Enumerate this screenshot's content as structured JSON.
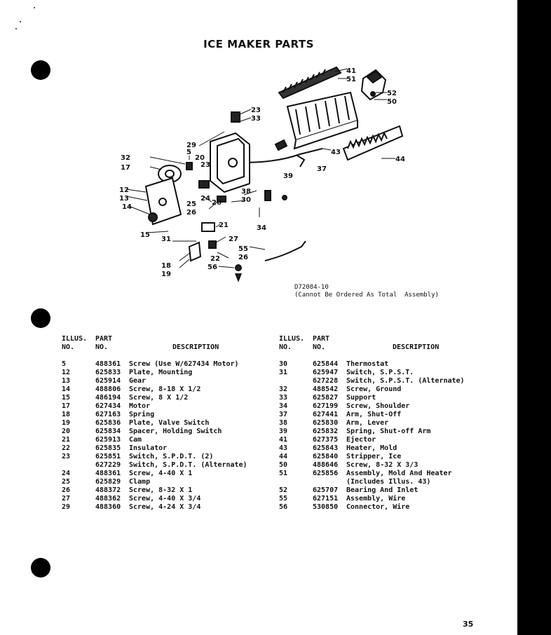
{
  "title": "ICE MAKER PARTS",
  "diagram": {
    "callouts": [
      "41",
      "51",
      "52",
      "50",
      "23",
      "33",
      "29",
      "5",
      "20",
      "23",
      "32",
      "17",
      "44",
      "43",
      "37",
      "39",
      "12",
      "13",
      "14",
      "38",
      "30",
      "24",
      "26",
      "25",
      "26",
      "34",
      "21",
      "15",
      "31",
      "27",
      "55",
      "26",
      "22",
      "18",
      "19",
      "56"
    ],
    "reference_code": "D72084-10",
    "reference_note": "(Cannot Be Ordered As Total  Assembly)"
  },
  "table_headers": {
    "illus_line1": "ILLUS.",
    "illus_line2": "NO.",
    "part_line1": "PART",
    "part_line2": "NO.",
    "description": "DESCRIPTION"
  },
  "parts_left": [
    {
      "illus": "5",
      "part": "488361",
      "desc": "Screw (Use W/627434 Motor)"
    },
    {
      "illus": "12",
      "part": "625833",
      "desc": "Plate, Mounting"
    },
    {
      "illus": "13",
      "part": "625914",
      "desc": "Gear"
    },
    {
      "illus": "14",
      "part": "488806",
      "desc": "Screw, 8-18 X 1/2"
    },
    {
      "illus": "15",
      "part": "486194",
      "desc": "Screw, 8 X 1/2"
    },
    {
      "illus": "17",
      "part": "627434",
      "desc": "Motor"
    },
    {
      "illus": "18",
      "part": "627163",
      "desc": "Spring"
    },
    {
      "illus": "19",
      "part": "625836",
      "desc": "Plate, Valve Switch"
    },
    {
      "illus": "20",
      "part": "625834",
      "desc": "Spacer, Holding Switch"
    },
    {
      "illus": "21",
      "part": "625913",
      "desc": "Cam"
    },
    {
      "illus": "22",
      "part": "625835",
      "desc": "Insulator"
    },
    {
      "illus": "23",
      "part": "625851",
      "desc": "Switch, S.P.D.T. (2)"
    },
    {
      "illus": "",
      "part": "627229",
      "desc": "Switch, S.P.D.T. (Alternate)"
    },
    {
      "illus": "24",
      "part": "488361",
      "desc": "Screw, 4-40 X 1"
    },
    {
      "illus": "25",
      "part": "625829",
      "desc": "Clamp"
    },
    {
      "illus": "26",
      "part": "488372",
      "desc": "Screw, 8-32 X 1"
    },
    {
      "illus": "27",
      "part": "488362",
      "desc": "Screw, 4-40 X 3/4"
    },
    {
      "illus": "29",
      "part": "488360",
      "desc": "Screw, 4-24 X 3/4"
    }
  ],
  "parts_right": [
    {
      "illus": "30",
      "part": "625844",
      "desc": "Thermostat"
    },
    {
      "illus": "31",
      "part": "625947",
      "desc": "Switch, S.P.S.T."
    },
    {
      "illus": "",
      "part": "627228",
      "desc": "Switch, S.P.S.T. (Alternate)"
    },
    {
      "illus": "32",
      "part": "488542",
      "desc": "Screw, Ground"
    },
    {
      "illus": "33",
      "part": "625827",
      "desc": "Support"
    },
    {
      "illus": "34",
      "part": "627199",
      "desc": "Screw, Shoulder"
    },
    {
      "illus": "37",
      "part": "627441",
      "desc": "Arm, Shut-Off"
    },
    {
      "illus": "38",
      "part": "625830",
      "desc": "Arm, Lever"
    },
    {
      "illus": "39",
      "part": "625832",
      "desc": "Spring, Shut-off Arm"
    },
    {
      "illus": "41",
      "part": "627375",
      "desc": "Ejector"
    },
    {
      "illus": "43",
      "part": "625843",
      "desc": "Heater, Mold"
    },
    {
      "illus": "44",
      "part": "625840",
      "desc": "Stripper, Ice"
    },
    {
      "illus": "50",
      "part": "488646",
      "desc": "Screw, 8-32 X 3/3"
    },
    {
      "illus": "51",
      "part": "625856",
      "desc": "Assembly, Mold And Heater"
    },
    {
      "illus": "",
      "part": "",
      "desc": "(Includes Illus. 43)"
    },
    {
      "illus": "52",
      "part": "625707",
      "desc": "Bearing And Inlet"
    },
    {
      "illus": "55",
      "part": "627151",
      "desc": "Assembly, Wire"
    },
    {
      "illus": "56",
      "part": "530850",
      "desc": "Connector, Wire"
    }
  ],
  "page_number": "35"
}
